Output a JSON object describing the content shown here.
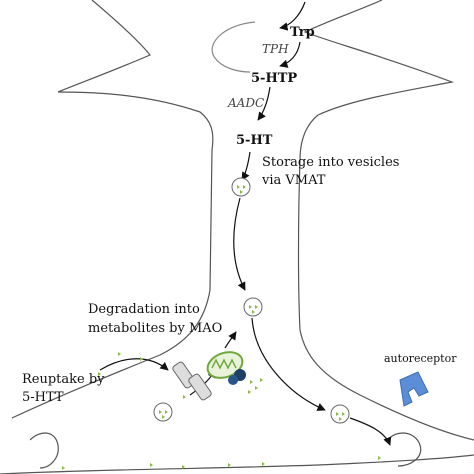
{
  "diagram": {
    "labels": {
      "trp": "Trp",
      "tph": "TPH",
      "htp": "5-HTP",
      "aadc": "AADC",
      "ht": "5-HT",
      "storage_line1": "Storage into vesicles",
      "storage_line2": "via VMAT",
      "degradation_line1": "Degradation into",
      "degradation_line2": "metabolites by MAO",
      "reuptake_line1": "Reuptake by",
      "reuptake_line2": "5-HTT",
      "autoreceptor": "autoreceptor"
    },
    "colors": {
      "outline": "#555555",
      "arrow": "#111111",
      "vesicle_dot": "#8db84a",
      "mitochondrion": "#6fa83d",
      "mao_enzyme": "#1e3f66",
      "autoreceptor": "#5b8ed6",
      "transporter": "#dddddd"
    }
  }
}
